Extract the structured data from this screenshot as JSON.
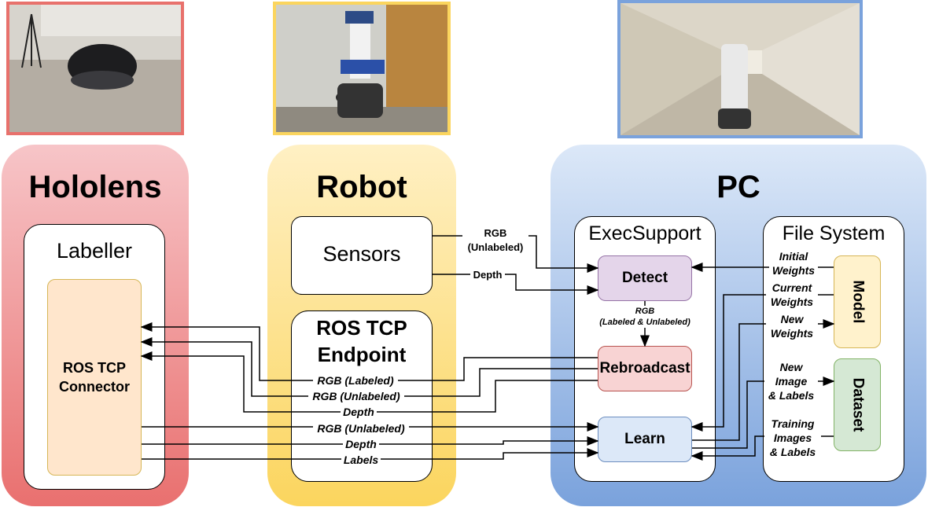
{
  "colors": {
    "hololens_frame": "#e8716c",
    "robot_frame": "#fbd55e",
    "pc_frame": "#7aa2dc",
    "detect_fill": "#e4d5ea",
    "rebroadcast_fill": "#f8d3d3",
    "learn_fill": "#dce8f8",
    "model_fill": "#fff2cc",
    "dataset_fill": "#d5e8d4",
    "connector_fill": "#ffe6cc"
  },
  "columns": {
    "hololens": {
      "title": "Hololens",
      "panel_title": "Labeller",
      "connector": "ROS TCP Connector"
    },
    "robot": {
      "title": "Robot",
      "sensors": "Sensors",
      "endpoint_title": "ROS TCP Endpoint"
    },
    "pc": {
      "title": "PC",
      "exec_title": "ExecSupport",
      "detect": "Detect",
      "rebroadcast": "Rebroadcast",
      "learn": "Learn",
      "fs_title": "File System",
      "model": "Model",
      "dataset": "Dataset"
    }
  },
  "edge_labels": {
    "rgb_unlabeled_top": "RGB\n(Unlabeled)",
    "depth_top": "Depth",
    "rgb_detect_out": "RGB\n(Labeled & Unlabeled)",
    "rgb_labeled": "RGB (Labeled)",
    "rgb_unlabeled_mid": "RGB (Unlabeled)",
    "depth_mid": "Depth",
    "rgb_unlabeled_bottom": "RGB (Unlabeled)",
    "depth_bottom": "Depth",
    "labels": "Labels",
    "initial_weights": "Initial\nWeights",
    "current_weights": "Current\nWeights",
    "new_weights": "New\nWeights",
    "new_image_labels": "New\nImage\n& Labels",
    "training_images_labels": "Training\nImages\n& Labels"
  }
}
